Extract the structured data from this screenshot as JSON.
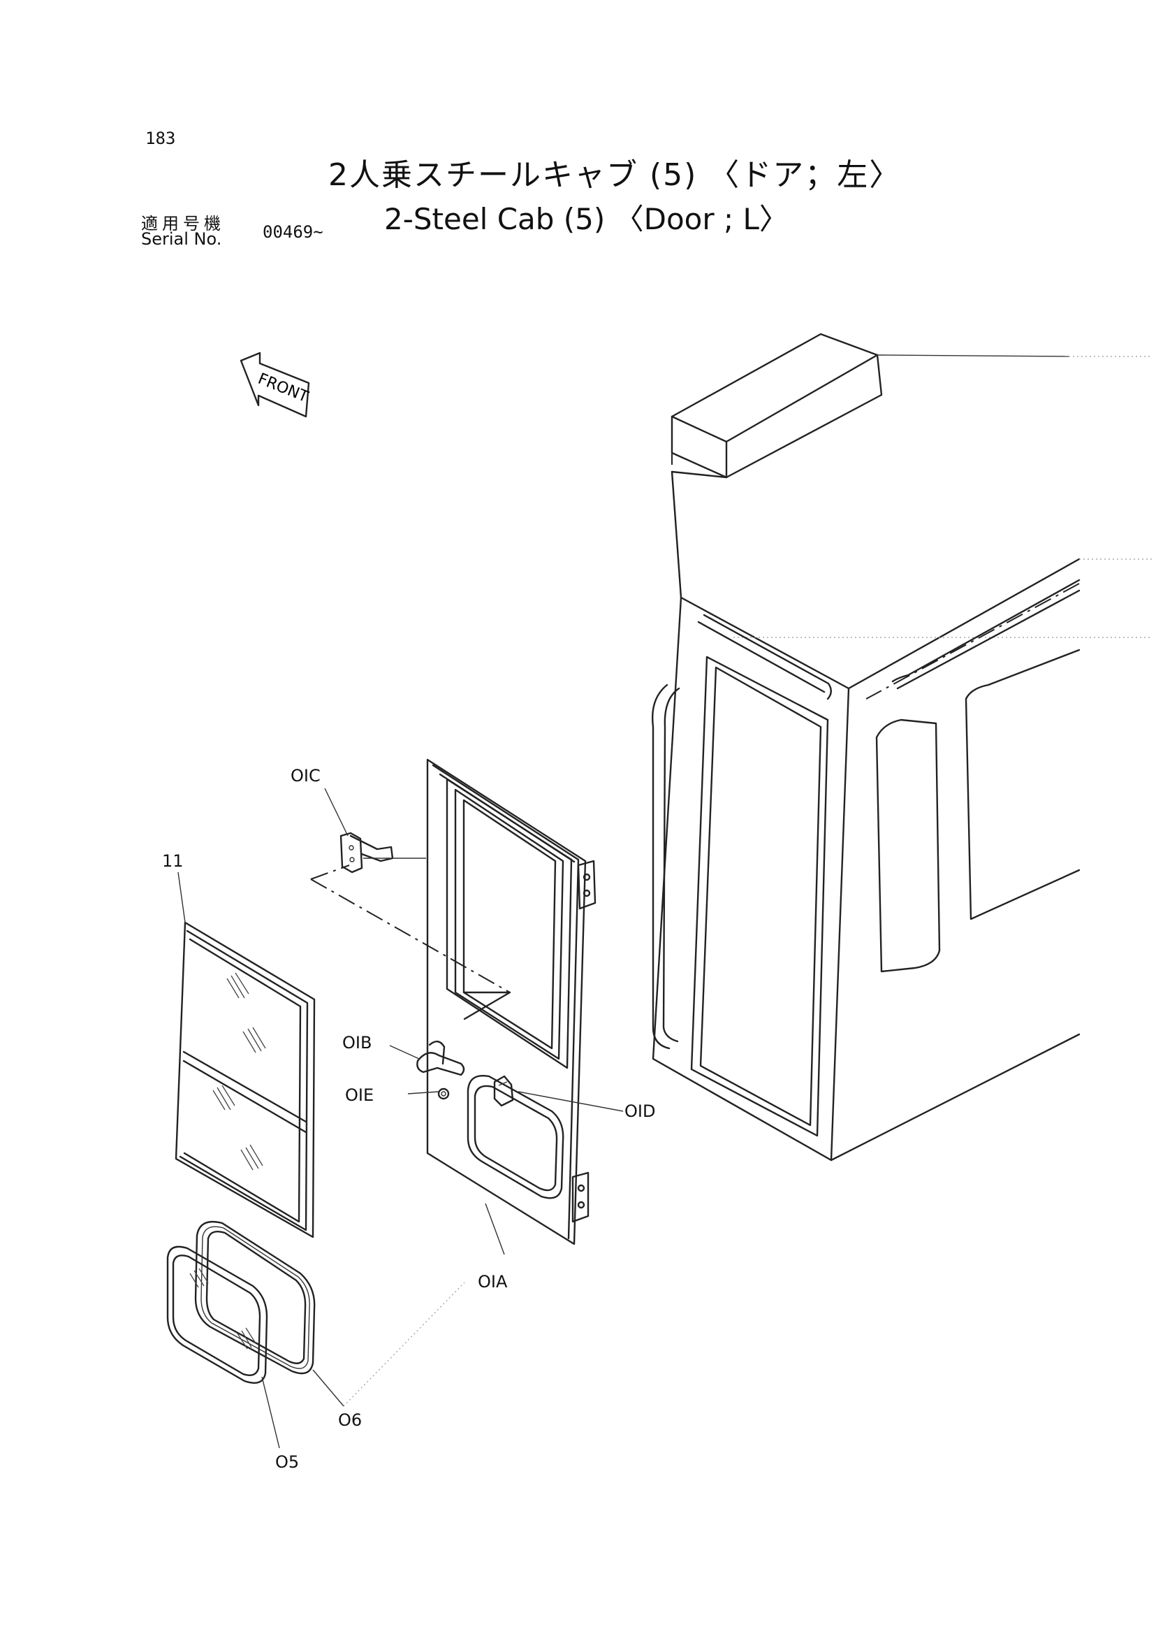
{
  "header": {
    "page_number": "183",
    "title_ja": "2人乗スチールキャブ (5) 〈ドア；左〉",
    "title_en": "2-Steel Cab (5) 〈Door ; L〉",
    "serial_label_ja": "適用号機",
    "serial_label_en": "Serial No.",
    "serial_value": "00469~"
  },
  "front_marker": {
    "text": "FRONT"
  },
  "callouts": {
    "c01C": "OIC",
    "c11": "11",
    "c01B": "OIB",
    "c01E": "OIE",
    "c01D": "OID",
    "c01A": "OIA",
    "c06": "O6",
    "c05": "O5"
  }
}
